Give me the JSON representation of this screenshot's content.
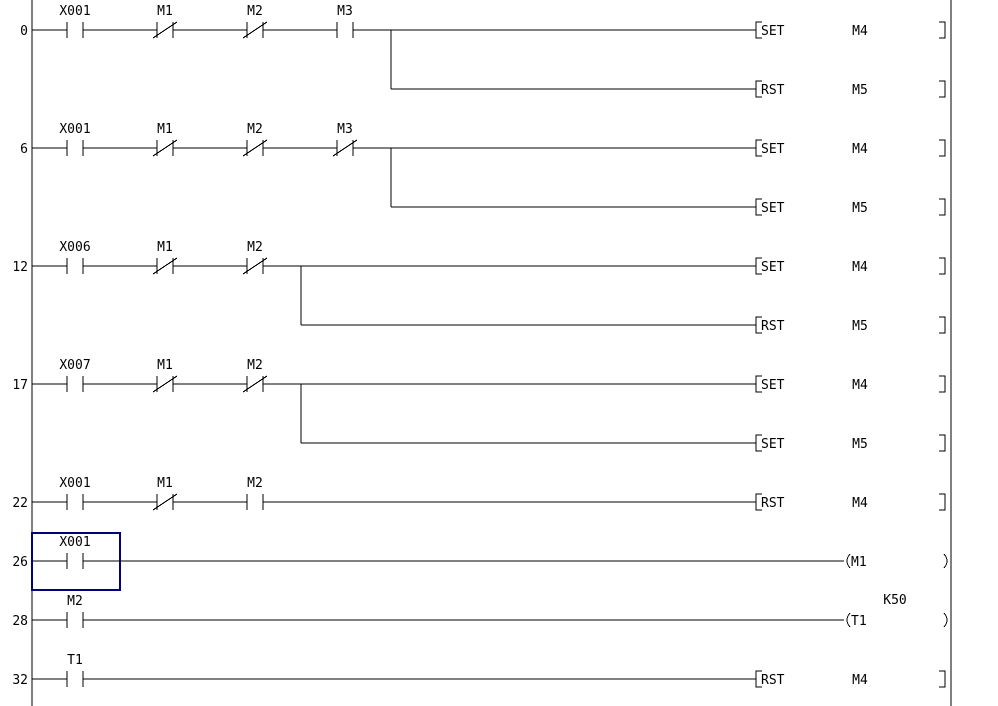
{
  "rungs": [
    {
      "step": "0",
      "contacts": [
        {
          "label": "X001",
          "type": "NO"
        },
        {
          "label": "M1",
          "type": "NC"
        },
        {
          "label": "M2",
          "type": "NC"
        },
        {
          "label": "M3",
          "type": "NO"
        }
      ],
      "outputs": [
        {
          "instr": "SET",
          "operand": "M4"
        },
        {
          "instr": "RST",
          "operand": "M5"
        }
      ]
    },
    {
      "step": "6",
      "contacts": [
        {
          "label": "X001",
          "type": "NO"
        },
        {
          "label": "M1",
          "type": "NC"
        },
        {
          "label": "M2",
          "type": "NC"
        },
        {
          "label": "M3",
          "type": "NC"
        }
      ],
      "outputs": [
        {
          "instr": "SET",
          "operand": "M4"
        },
        {
          "instr": "SET",
          "operand": "M5"
        }
      ]
    },
    {
      "step": "12",
      "contacts": [
        {
          "label": "X006",
          "type": "NO"
        },
        {
          "label": "M1",
          "type": "NC"
        },
        {
          "label": "M2",
          "type": "NC"
        }
      ],
      "outputs": [
        {
          "instr": "SET",
          "operand": "M4"
        },
        {
          "instr": "RST",
          "operand": "M5"
        }
      ]
    },
    {
      "step": "17",
      "contacts": [
        {
          "label": "X007",
          "type": "NO"
        },
        {
          "label": "M1",
          "type": "NC"
        },
        {
          "label": "M2",
          "type": "NC"
        }
      ],
      "outputs": [
        {
          "instr": "SET",
          "operand": "M4"
        },
        {
          "instr": "SET",
          "operand": "M5"
        }
      ]
    },
    {
      "step": "22",
      "contacts": [
        {
          "label": "X001",
          "type": "NO"
        },
        {
          "label": "M1",
          "type": "NC"
        },
        {
          "label": "M2",
          "type": "NO"
        }
      ],
      "outputs": [
        {
          "instr": "RST",
          "operand": "M4"
        }
      ]
    },
    {
      "step": "26",
      "contacts": [
        {
          "label": "X001",
          "type": "NO",
          "selected": true
        }
      ],
      "outputs": [
        {
          "kind": "coil",
          "operand": "M1"
        }
      ]
    },
    {
      "step": "28",
      "contacts": [
        {
          "label": "M2",
          "type": "NO"
        }
      ],
      "outputs": [
        {
          "kind": "coil",
          "operand": "T1",
          "setting": "K50"
        }
      ]
    },
    {
      "step": "32",
      "contacts": [
        {
          "label": "T1",
          "type": "NO"
        }
      ],
      "outputs": [
        {
          "instr": "RST",
          "operand": "M4"
        }
      ]
    }
  ]
}
